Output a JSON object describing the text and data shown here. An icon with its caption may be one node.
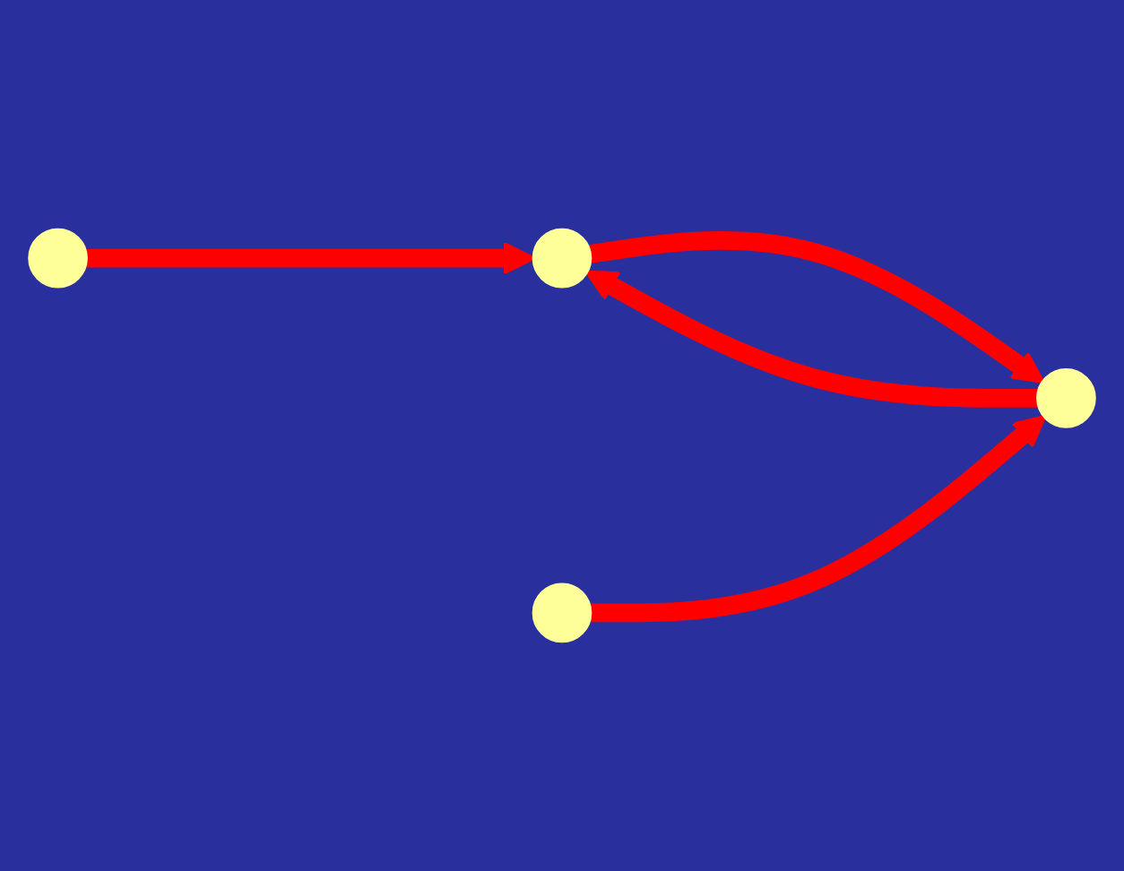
{
  "diagram": {
    "nodes": [
      {
        "text": [],
        "shape": "circle"
      },
      {
        "text": [],
        "shape": "circle"
      },
      {
        "text": [],
        "shape": "circle"
      },
      {
        "text": [],
        "shape": "circle"
      }
    ],
    "edges": [
      {
        "from": 0,
        "to": 1,
        "arrow": "to"
      },
      {
        "from": 1,
        "to": 3,
        "arrow": "to"
      },
      {
        "from": 3,
        "to": 1,
        "arrow": "to"
      },
      {
        "from": 2,
        "to": 3,
        "arrow": "to"
      }
    ]
  }
}
